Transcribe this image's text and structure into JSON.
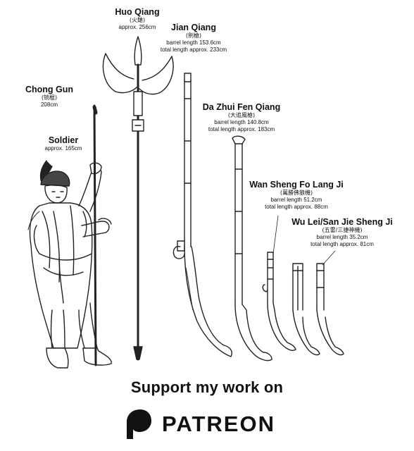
{
  "weapons": {
    "huo_qiang": {
      "name": "Huo Qiang",
      "chinese": "(火鎗)",
      "lines": [
        "approx. 256cm"
      ]
    },
    "jian_qiang": {
      "name": "Jian Qiang",
      "chinese": "(劍槍)",
      "lines": [
        "barrel length 153.6cm",
        "total length approx. 233cm"
      ]
    },
    "chong_gun": {
      "name": "Chong Gun",
      "chinese": "(铳棍)",
      "lines": [
        "208cm"
      ]
    },
    "soldier": {
      "name": "Soldier",
      "lines": [
        "approx. 165cm"
      ]
    },
    "da_zhui": {
      "name": "Da Zhui Fen Qiang",
      "chinese": "(大追風槍)",
      "lines": [
        "barrel length 140.8cm",
        "total length approx. 183cm"
      ]
    },
    "wan_sheng": {
      "name": "Wan Sheng Fo Lang Ji",
      "chinese": "(萬勝佛狼機)",
      "lines": [
        "barrel length 51.2cm",
        "total length approx. 88cm"
      ]
    },
    "wu_lei": {
      "name": "Wu Lei/San Jie Sheng Ji",
      "chinese": "(五雷/三捷神機)",
      "lines": [
        "barrel length 35.2cm",
        "total length approx. 81cm"
      ]
    }
  },
  "footer": {
    "cta": "Support my work on",
    "brand": "PATREON",
    "logo_icon": "patreon-logo-icon"
  }
}
